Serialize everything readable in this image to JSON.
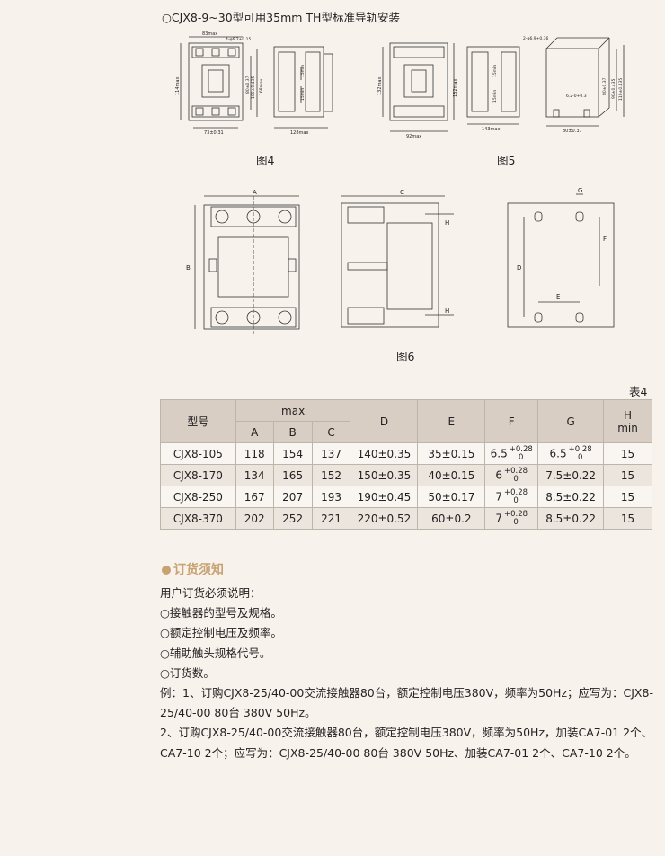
{
  "heading": "○CJX8-9~30型可用35mm TH型标准导轨安装",
  "figures": {
    "fig4": {
      "caption": "图4",
      "dims": [
        "83max",
        "4-φ6.2+0.15",
        "114max",
        "80±0.37",
        "100±0.435",
        "168max",
        "73±0.31",
        "15min",
        "15min",
        "128max"
      ]
    },
    "fig5": {
      "caption": "图5",
      "dims": [
        "132max",
        "182max",
        "92max",
        "15min",
        "15min",
        "143max",
        "2-φ6.9+0.36",
        "80±0.37",
        "90±0.435",
        "110±0.435",
        "6.2-0+0.3",
        "80±0.37"
      ]
    },
    "fig6": {
      "caption": "图6",
      "letters": [
        "A",
        "B",
        "C",
        "H",
        "H",
        "G",
        "F",
        "D",
        "E"
      ]
    }
  },
  "table": {
    "number": "表4",
    "header": {
      "model": "型号",
      "max": "max",
      "A": "A",
      "B": "B",
      "C": "C",
      "D": "D",
      "E": "E",
      "F": "F",
      "G": "G",
      "H": "H",
      "H_sub": "min"
    },
    "rows": [
      {
        "model": "CJX8-105",
        "A": "118",
        "B": "154",
        "C": "137",
        "D": "140±0.35",
        "E": "35±0.15",
        "F_base": "6.5",
        "F_up": "+0.28",
        "F_low": "0",
        "G_base": "6.5",
        "G_up": "+0.28",
        "G_low": "0",
        "H": "15"
      },
      {
        "model": "CJX8-170",
        "A": "134",
        "B": "165",
        "C": "152",
        "D": "150±0.35",
        "E": "40±0.15",
        "F_base": "6",
        "F_up": "+0.28",
        "F_low": "0",
        "G": "7.5±0.22",
        "H": "15"
      },
      {
        "model": "CJX8-250",
        "A": "167",
        "B": "207",
        "C": "193",
        "D": "190±0.45",
        "E": "50±0.17",
        "F_base": "7",
        "F_up": "+0.28",
        "F_low": "0",
        "G": "8.5±0.22",
        "H": "15"
      },
      {
        "model": "CJX8-370",
        "A": "202",
        "B": "252",
        "C": "221",
        "D": "220±0.52",
        "E": "60±0.2",
        "F_base": "7",
        "F_up": "+0.28",
        "F_low": "0",
        "G": "8.5±0.22",
        "H": "15"
      }
    ]
  },
  "ordering": {
    "title": "订货须知",
    "intro": "用户订货必须说明：",
    "items": [
      "○接触器的型号及规格。",
      "○额定控制电压及频率。",
      "○辅助触头规格代号。",
      "○订货数。"
    ],
    "example1": "例：1、订购CJX8-25/40-00交流接触器80台，额定控制电压380V，频率为50Hz；应写为：CJX8-25/40-00  80台  380V 50Hz。",
    "example2": "2、订购CJX8-25/40-00交流接触器80台，额定控制电压380V，频率为50Hz，加装CA7-01  2个、CA7-10  2个；应写为：CJX8-25/40-00 80台  380V  50Hz、加装CA7-01  2个、CA7-10  2个。"
  },
  "colors": {
    "background": "#f7f2ec",
    "accent": "#c8a271",
    "table_header": "#d8cec4",
    "table_stripe": "#ece5dd"
  }
}
